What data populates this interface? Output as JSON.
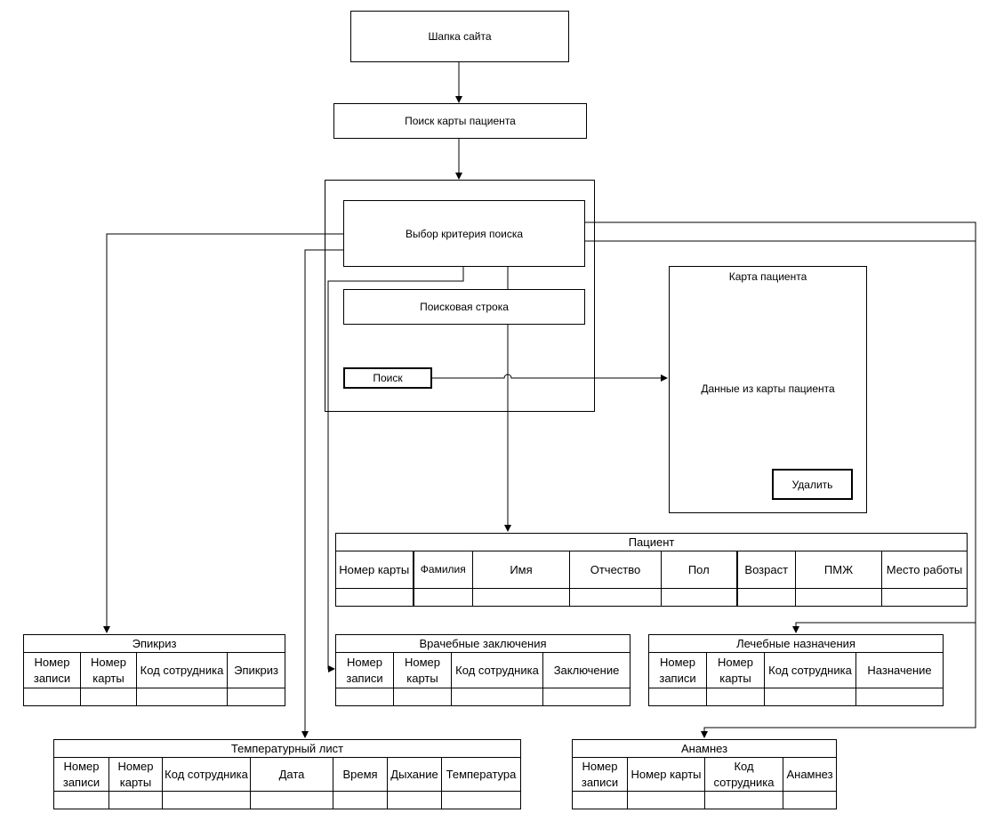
{
  "nodes": {
    "header": "Шапка сайта",
    "search_card": "Поиск карты пациента",
    "criteria": "Выбор критерия поиска",
    "search_string": "Поисковая строка",
    "search_button": "Поиск",
    "card_title": "Карта пациента",
    "card_data": "Данные из карты пациента",
    "delete_button": "Удалить"
  },
  "tables": {
    "patient": {
      "title": "Пациент",
      "columns": [
        "Номер карты",
        "Фамилия",
        "Имя",
        "Отчество",
        "Пол",
        "Возраст",
        "ПМЖ",
        "Место работы"
      ]
    },
    "epicrisis": {
      "title": "Эпикриз",
      "columns": [
        "Номер записи",
        "Номер карты",
        "Код сотрудника",
        "Эпикриз"
      ]
    },
    "conclusions": {
      "title": "Врачебные заключения",
      "columns": [
        "Номер записи",
        "Номер карты",
        "Код сотрудника",
        "Заключение"
      ]
    },
    "treatment": {
      "title": "Лечебные назначения",
      "columns": [
        "Номер записи",
        "Номер карты",
        "Код сотрудника",
        "Назначение"
      ]
    },
    "temperature": {
      "title": "Температурный лист",
      "columns": [
        "Номер записи",
        "Номер карты",
        "Код сотрудника",
        "Дата",
        "Время",
        "Дыхание",
        "Температура"
      ]
    },
    "anamnesis": {
      "title": "Анамнез",
      "columns": [
        "Номер записи",
        "Номер карты",
        "Код сотрудника",
        "Анамнез"
      ]
    }
  }
}
